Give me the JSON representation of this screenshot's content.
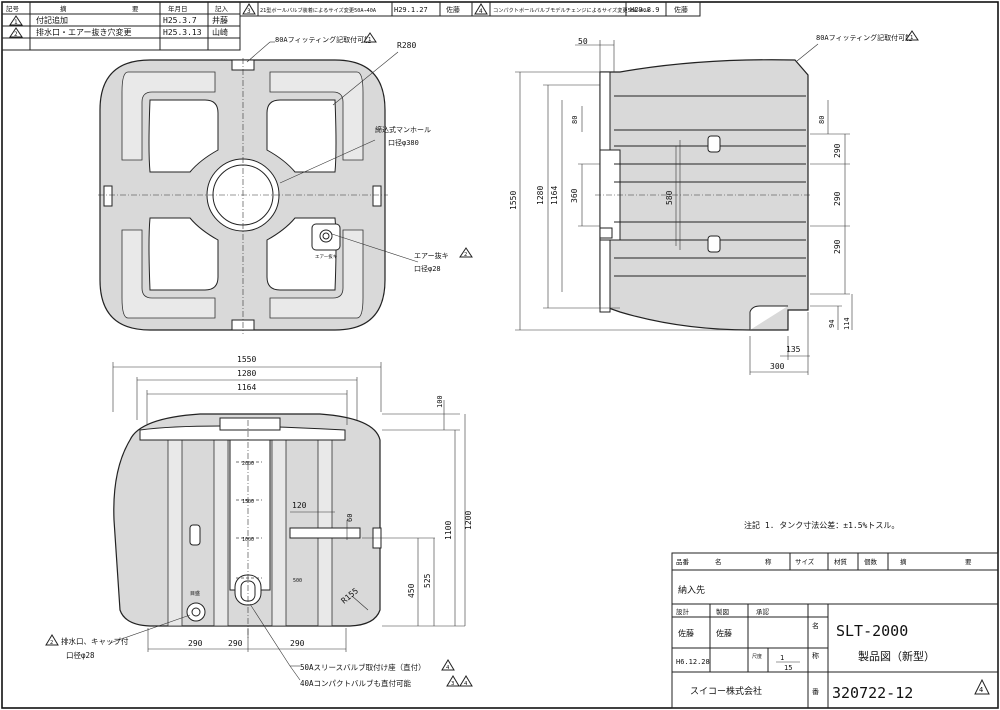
{
  "revisions": {
    "headers": [
      "記号",
      "摘",
      "要",
      "年月日",
      "記入"
    ],
    "rows": [
      {
        "mark": "1",
        "desc": "付記追加",
        "date": "H25.3.7",
        "by": "井藤"
      },
      {
        "mark": "2",
        "desc": "排水口・エアー抜き穴変更",
        "date": "H25.3.13",
        "by": "山崎"
      },
      {
        "mark": "3",
        "desc": "21型ボールバルブ装着によるサイズ変更50A→40A",
        "date": "H29.1.27",
        "by": "佐藤"
      },
      {
        "mark": "4",
        "desc": "コンパクトボールバルブモデルチェンジによるサイズ変更50A→40A",
        "date": "H29.3.9",
        "by": "佐藤"
      }
    ]
  },
  "top_view": {
    "fitting_note": "80Aフィッティング記取付可能",
    "fitting_rev": "1",
    "radius": "R280",
    "manhole_label": "締込式マンホール",
    "manhole_dia": "口径φ380",
    "air_vent_label": "エアー抜キ",
    "air_vent_rev": "2",
    "air_vent_dia": "口径φ28",
    "air_vent_emboss": "エアー抜キ"
  },
  "side_view": {
    "fitting_note": "80Aフィッティング記取付可能",
    "fitting_rev": "1",
    "dims": {
      "height_total": "1550",
      "height_1280": "1280",
      "height_1164": "1164",
      "manhole_360": "360",
      "left_80": "80",
      "top_50": "50",
      "center_580": "580",
      "right_80": "80",
      "pitch_1": "290",
      "pitch_2": "290",
      "pitch_3": "290",
      "foot_94": "94",
      "foot_114": "114",
      "foot_135": "135",
      "foot_300": "300"
    }
  },
  "front_view": {
    "gauge": [
      "2000",
      "1500",
      "1000",
      "500",
      "目盛"
    ],
    "dims": {
      "width_total": "1550",
      "width_1280": "1280",
      "width_1164": "1164",
      "pitch_left": "290",
      "pitch_mid": "290",
      "pitch_right": "290",
      "pipe_120": "120",
      "pipe_60": "60",
      "top_100": "100",
      "h_1100": "1100",
      "h_1200": "1200",
      "h_450": "450",
      "h_525": "525",
      "radius": "R155"
    },
    "drain_rev": "2",
    "drain_label": "排水口、キャップ付",
    "drain_dia": "口径φ28",
    "valve_label": "50Aスリースバルブ取付け座（直付）",
    "valve_rev_a": "4",
    "valve_label_2": "40Aコンパクトバルブも直付可能",
    "valve_rev_b": "3",
    "valve_rev_c": "4"
  },
  "notes": {
    "tolerance": "注記 1. タンク寸法公差：±1.5%トスル。"
  },
  "title_block": {
    "headers": [
      "品番",
      "名",
      "称",
      "サイズ",
      "材質",
      "個数",
      "摘",
      "要"
    ],
    "delivery_label": "納入先",
    "labels": [
      "設計",
      "製図",
      "承認"
    ],
    "designer": "佐藤",
    "drafter": "佐藤",
    "side_labels": [
      "名",
      "称",
      "番"
    ],
    "date": "H6.12.28",
    "scale_label": "尺度",
    "scale_num": "1",
    "scale_den": "15",
    "company": "スイコー株式会社",
    "product_code": "SLT-2000",
    "drawing_title": "製品図（新型）",
    "drawing_number": "320722-12",
    "revision": "4"
  }
}
